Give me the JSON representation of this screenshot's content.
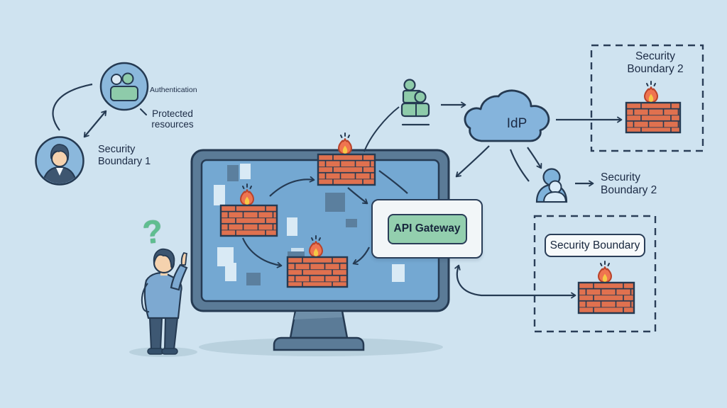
{
  "background": "#cfe3f0",
  "palette": {
    "outline": "#253a52",
    "text": "#1c2b45",
    "circle_blue": "#8bb8dc",
    "cloud_blue": "#85b4dc",
    "screen_blue": "#74a8d2",
    "monitor_frame": "#5b7b97",
    "icon_green": "#8ecbaa",
    "green_box": "#93cfae",
    "brick_orange": "#e0714f",
    "flame_orange": "#ef7450",
    "flame_yellow": "#f6c845",
    "card_white": "#f2f6f8",
    "question_green": "#5fbe90"
  },
  "labels": {
    "authentication": "Authentication",
    "protected_resources": "Protected resources",
    "security_boundary_1": "Security Boundary 1",
    "idp": "IdP",
    "api_gateway": "API Gateway",
    "security_boundary_2_top": "Security Boundary 2",
    "security_boundary_2_right": "Security Boundary 2",
    "security_boundary_bottom": "Security Boundary",
    "question_mark": "?"
  },
  "icons": {
    "user_avatar": "user-avatar-icon",
    "users_duo": "users-duo-icon",
    "users_group": "users-group-icon",
    "cloud": "cloud-icon",
    "firewall": "firewall-icon",
    "flame": "flame-icon",
    "monitor": "monitor-icon",
    "person": "person-figure",
    "question": "question-mark-icon",
    "user": "user-icon"
  }
}
